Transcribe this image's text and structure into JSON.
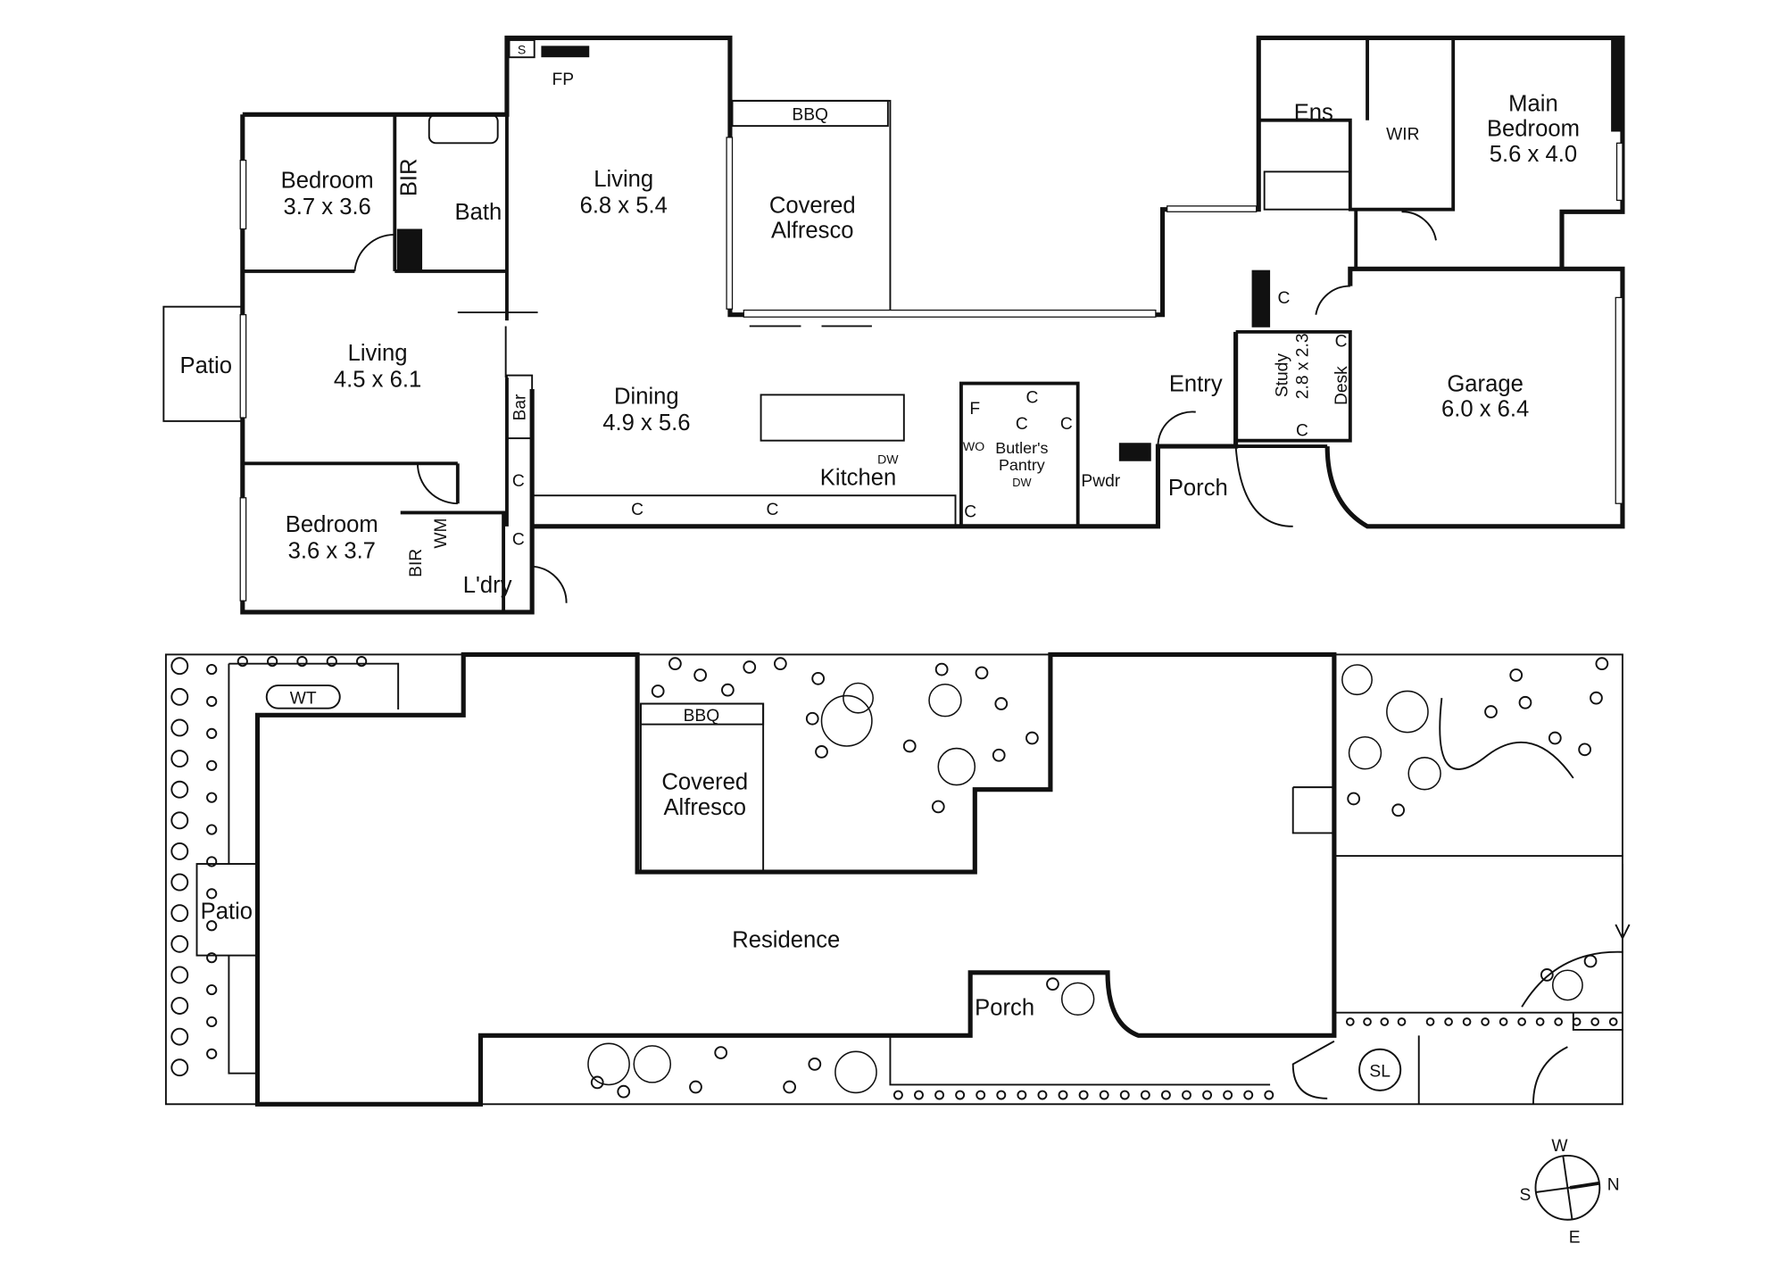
{
  "floor_plan": {
    "rooms": {
      "bedroom2": {
        "name": "Bedroom",
        "size": "3.7 x 3.6"
      },
      "bath": "Bath",
      "bir1": "BIR",
      "living1": {
        "name": "Living",
        "size": "4.5 x 6.1"
      },
      "patio": "Patio",
      "bedroom3": {
        "name": "Bedroom",
        "size": "3.6 x 3.7"
      },
      "bir2": "BIR",
      "wm": "WM",
      "laundry": "L'dry",
      "living2": {
        "name": "Living",
        "size": "6.8 x 5.4"
      },
      "fp": "FP",
      "s": "S",
      "bar": "Bar",
      "dining": {
        "name": "Dining",
        "size": "4.9 x 5.6"
      },
      "kitchen": "Kitchen",
      "dw": "DW",
      "bbq": "BBQ",
      "alfresco": {
        "line1": "Covered",
        "line2": "Alfresco"
      },
      "f": "F",
      "wo": "WO",
      "butlers": {
        "line1": "Butler's",
        "line2": "Pantry",
        "dw": "DW"
      },
      "pwdr": "Pwdr",
      "cupboard": "C",
      "entry": "Entry",
      "porch": "Porch",
      "study": {
        "name": "Study",
        "size": "2.8 x 2.3"
      },
      "desk": "Desk",
      "ens": "Ens",
      "wir": "WIR",
      "main_bedroom": {
        "line1": "Main",
        "line2": "Bedroom",
        "size": "5.6 x 4.0"
      },
      "garage": {
        "name": "Garage",
        "size": "6.0 x 6.4"
      }
    }
  },
  "site_plan": {
    "wt": "WT",
    "patio": "Patio",
    "bbq": "BBQ",
    "alfresco": {
      "line1": "Covered",
      "line2": "Alfresco"
    },
    "residence": "Residence",
    "porch": "Porch",
    "sl": "SL"
  },
  "compass": {
    "n": "N",
    "s": "S",
    "e": "E",
    "w": "W"
  }
}
